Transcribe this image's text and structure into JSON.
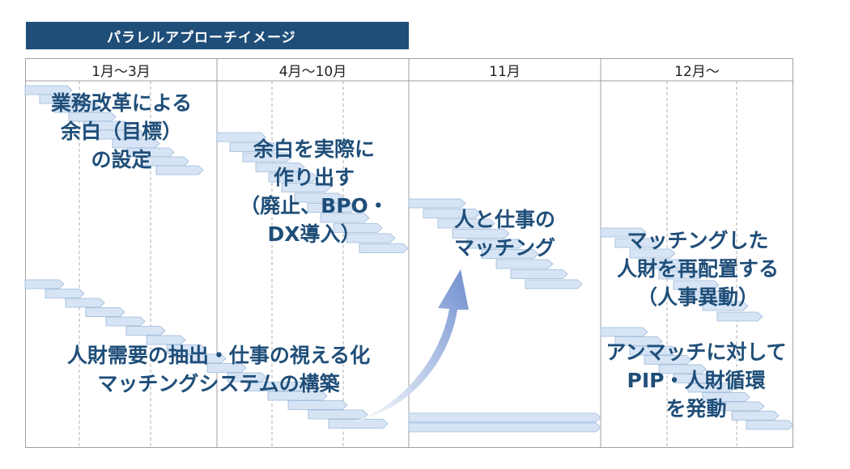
{
  "title": "パラレルアプローチイメージ",
  "periods": [
    "1月～3月",
    "4月～10月",
    "11月",
    "12月～"
  ],
  "labels": {
    "target": [
      "業務改革による",
      "余白（目標）",
      "の設定"
    ],
    "create": [
      "余白を実際に",
      "作り出す",
      "（廃止、BPO・",
      "DX導入）"
    ],
    "matching": [
      "人と仕事の",
      "マッチング"
    ],
    "reassign": [
      "マッチングした",
      "人財を再配置する",
      "（人事異動）"
    ],
    "system": [
      "人財需要の抽出・仕事の視える化",
      "マッチングシステムの構築"
    ],
    "mismatch": [
      "アンマッチに対して",
      "PIP・人財循環",
      "を発動"
    ]
  },
  "colors": {
    "banner": "#1f4e79",
    "text": "#1f4e79",
    "bar_fill": "#d6e4f5",
    "bar_stroke": "#9cb8d9",
    "arrow": "#6f8fcf"
  }
}
